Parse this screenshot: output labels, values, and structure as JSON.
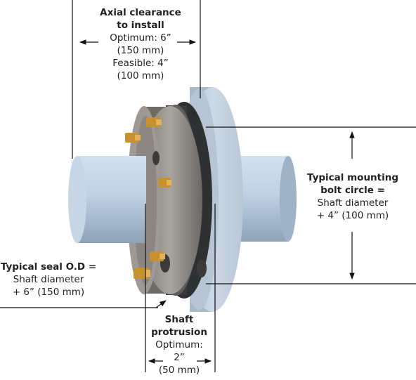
{
  "labels": {
    "axial_clearance": {
      "title_line1": "Axial clearance",
      "title_line2": "to install",
      "optimum": "Optimum: 6”",
      "optimum_metric": "(150 mm)",
      "feasible": "Feasible: 4”",
      "feasible_metric": "(100 mm)"
    },
    "mounting_bolt_circle": {
      "title_line1": "Typical mounting",
      "title_line2": "bolt circle =",
      "line3": "Shaft diameter",
      "line4": "+ 4” (100 mm)"
    },
    "seal_od": {
      "title": "Typical seal O.D =",
      "line2": "Shaft diameter",
      "line3": "+ 6” (150 mm)"
    },
    "shaft_protrusion": {
      "title_line1": "Shaft",
      "title_line2": "protrusion",
      "optimum": "Optimum:",
      "value": "2”",
      "value_metric": "(50 mm)"
    }
  },
  "colors": {
    "flange": "#c6d3e2",
    "shaft": "#c2d2e3",
    "seal_plate": "#8f8a84",
    "seal_body": "#3a3a3c",
    "bolt": "#c8912f",
    "line": "#111111"
  }
}
